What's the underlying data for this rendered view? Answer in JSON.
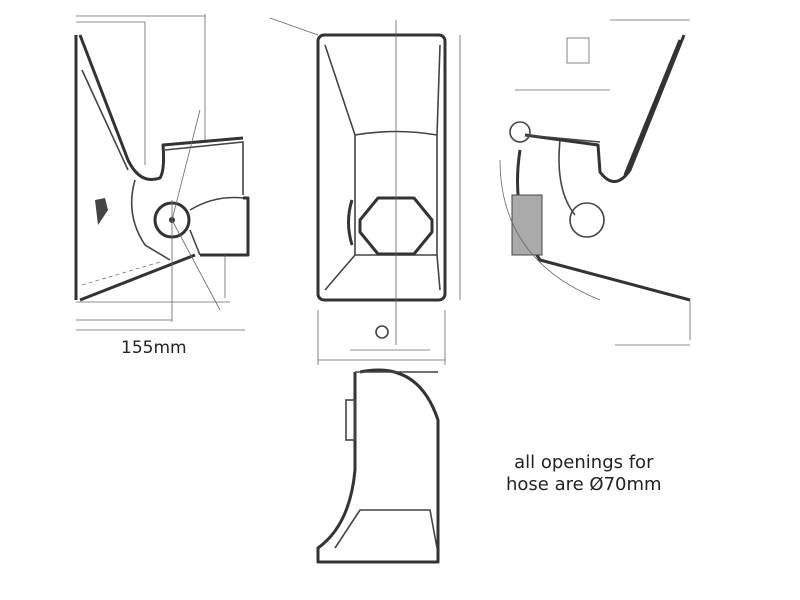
{
  "drawing": {
    "width_label": "155mm",
    "note_line1": "all openings for",
    "note_line2": "hose are Ø70mm"
  }
}
